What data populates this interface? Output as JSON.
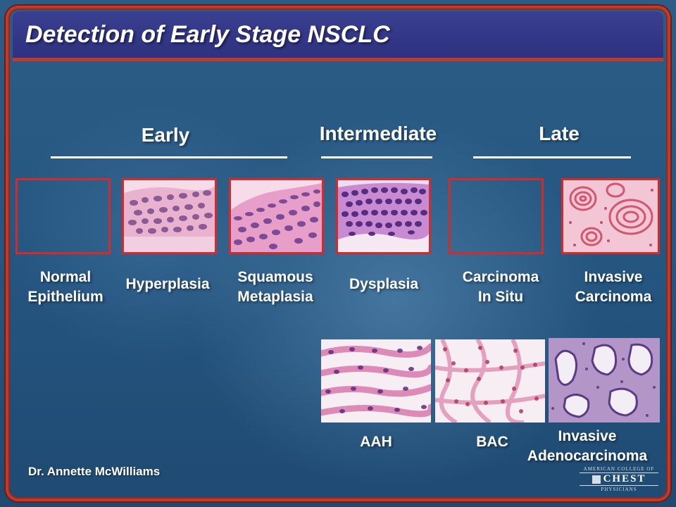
{
  "slide": {
    "title": "Detection of Early Stage NSCLC",
    "stages": {
      "early": "Early",
      "intermediate": "Intermediate",
      "late": "Late"
    },
    "squamous_row": [
      {
        "label_1": "Normal",
        "label_2": "Epithelium"
      },
      {
        "label_1": "Hyperplasia",
        "label_2": ""
      },
      {
        "label_1": "Squamous",
        "label_2": "Metaplasia"
      },
      {
        "label_1": "Dysplasia",
        "label_2": ""
      },
      {
        "label_1": "Carcinoma",
        "label_2": "In Situ"
      },
      {
        "label_1": "Invasive",
        "label_2": "Carcinoma"
      }
    ],
    "adeno_row": [
      {
        "label_1": "AAH",
        "label_2": ""
      },
      {
        "label_1": "BAC",
        "label_2": ""
      },
      {
        "label_1": "Invasive",
        "label_2": "Adenocarcinoma"
      }
    ],
    "credit": "Dr. Annette McWilliams",
    "logo": {
      "top": "AMERICAN COLLEGE OF",
      "word": "CHEST",
      "bottom": "PHYSICIANS"
    }
  }
}
